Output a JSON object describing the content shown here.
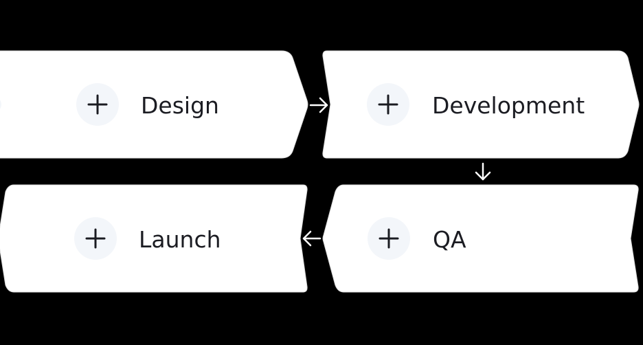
{
  "steps": [
    {
      "label": "Design",
      "icon": "plus-icon"
    },
    {
      "label": "Development",
      "icon": "plus-icon"
    },
    {
      "label": "QA",
      "icon": "plus-icon"
    },
    {
      "label": "Launch",
      "icon": "plus-icon"
    }
  ],
  "colors": {
    "background": "#000000",
    "card": "#ffffff",
    "icon_bg": "#f3f6fa",
    "text": "#1b1c22",
    "arrow": "#ffffff"
  }
}
